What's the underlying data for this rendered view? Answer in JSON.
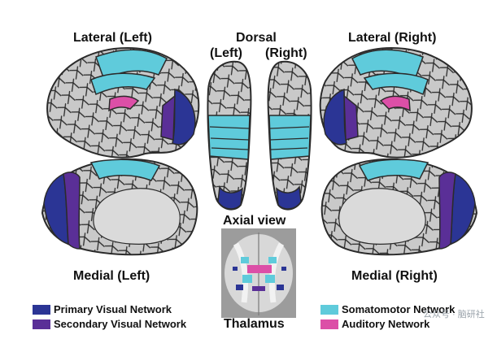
{
  "views": {
    "lateral_left": "Lateral (Left)",
    "dorsal": "Dorsal",
    "dorsal_left": "(Left)",
    "dorsal_right": "(Right)",
    "lateral_right": "Lateral (Right)",
    "medial_left": "Medial (Left)",
    "medial_right": "Medial (Right)",
    "axial": "Axial view",
    "thalamus": "Thalamus"
  },
  "legend": [
    {
      "label": "Primary Visual Network",
      "color": "#2b3595"
    },
    {
      "label": "Secondary Visual Network",
      "color": "#5a2f97"
    },
    {
      "label": "Somatomotor Network",
      "color": "#5fcbdb"
    },
    {
      "label": "Auditory Network",
      "color": "#dc4fa7"
    }
  ],
  "colors": {
    "cortex": "#c9c9c9",
    "border": "#2b2b2b",
    "medial_wall": "#dadada"
  },
  "watermark": "公众号 · 脑研社"
}
